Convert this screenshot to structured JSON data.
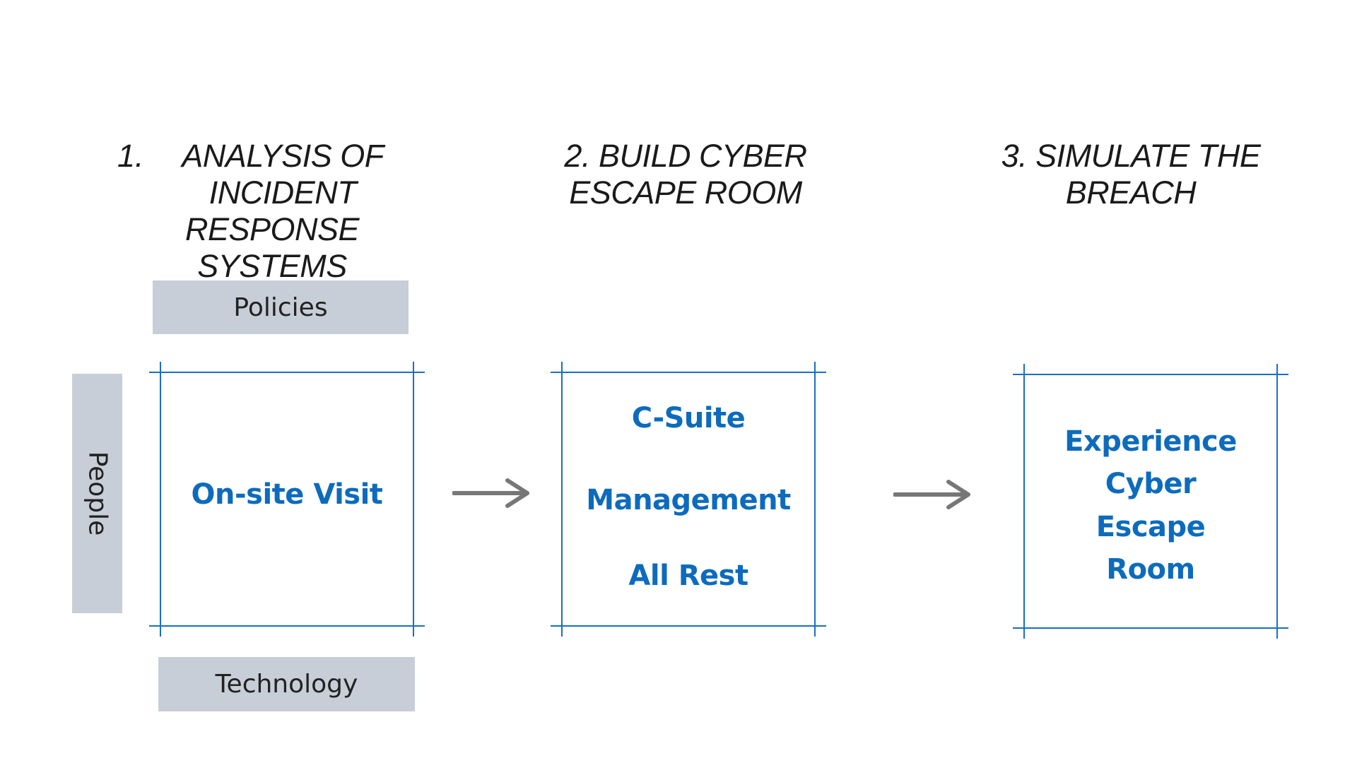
{
  "steps": [
    {
      "number": "1.",
      "title_lines": [
        "ANALYSIS OF",
        "INCIDENT",
        "RESPONSE SYSTEMS"
      ],
      "box_items": [
        "On-site Visit"
      ]
    },
    {
      "number": "2.",
      "title_lines": [
        "BUILD CYBER",
        "ESCAPE ROOM"
      ],
      "box_items": [
        "C-Suite",
        "Management",
        "All Rest"
      ]
    },
    {
      "number": "3.",
      "title_lines": [
        "SIMULATE THE",
        "BREACH"
      ],
      "box_items": [
        "Experience",
        "Cyber",
        "Escape",
        "Room"
      ]
    }
  ],
  "labels": {
    "top": "Policies",
    "left": "People",
    "bottom": "Technology"
  },
  "colors": {
    "frame": "#1a6fc2",
    "box_text": "#0d6bbd",
    "label_bg": "#c8ced8",
    "arrow": "#777777"
  }
}
